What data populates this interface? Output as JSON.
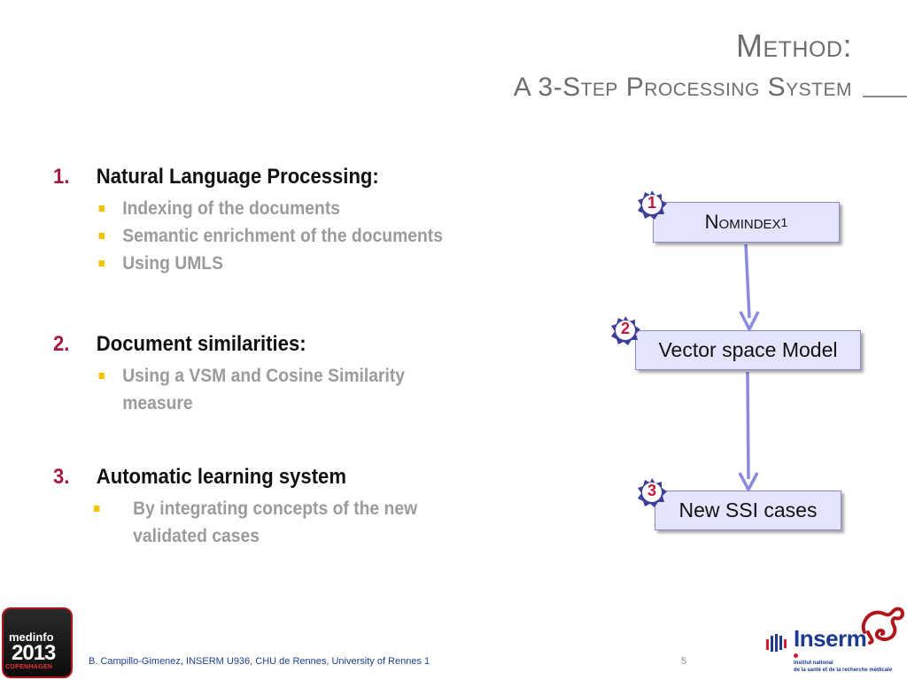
{
  "title": {
    "line1": "Method:",
    "line2": "A 3-Step Processing System"
  },
  "steps": [
    {
      "number": "1.",
      "heading": "Natural Language Processing:",
      "items": [
        "Indexing of the documents",
        "Semantic enrichment of the documents",
        "Using UMLS"
      ]
    },
    {
      "number": "2.",
      "heading": "Document similarities:",
      "items": [
        "Using a VSM and Cosine Similarity",
        "measure"
      ]
    },
    {
      "number": "3.",
      "heading": "Automatic learning system",
      "items": [
        "By integrating concepts of the new",
        "validated cases"
      ]
    }
  ],
  "diagram": {
    "box1": {
      "badge": "1",
      "label": "Nomindex",
      "sup": "1"
    },
    "box2": {
      "badge": "2",
      "label": "Vector space Model"
    },
    "box3": {
      "badge": "3",
      "label": "New SSI cases"
    }
  },
  "footer": {
    "credit": "B. Campillo-Gimenez, INSERM U936, CHU de Rennes, University of Rennes 1",
    "page": "5",
    "medinfo_logo": {
      "line1": "medinfo",
      "line2": "2013",
      "line3": "COPENHAGEN"
    },
    "inserm_logo": {
      "name": "Inserm",
      "line1": "Institut national",
      "line2": "de la santé et de la recherche médicale"
    }
  },
  "colors": {
    "title": "#6d6d6d",
    "number": "#a3193e",
    "bullet": "#f2c300",
    "sub_text": "#9b9b9b",
    "box_fill": "#e4e4fc",
    "box_border": "#8888d6",
    "arrow": "#8a8ae0",
    "badge_star": "#3f3f9a"
  }
}
